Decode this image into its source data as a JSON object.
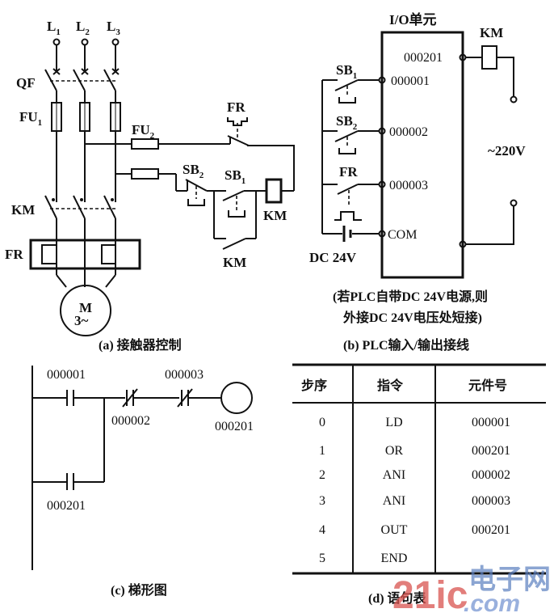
{
  "panel_a": {
    "phases": [
      "L",
      "L",
      "L"
    ],
    "phase_subs": [
      "1",
      "2",
      "3"
    ],
    "breaker": "QF",
    "fuse_main": "FU",
    "fuse_main_sub": "1",
    "fuse_ctrl": "FU",
    "fuse_ctrl_sub": "2",
    "contactor": "KM",
    "overload": "FR",
    "motor_top": "M",
    "motor_bottom": "3~",
    "ctrl_fr": "FR",
    "ctrl_sb2": "SB",
    "ctrl_sb2_sub": "2",
    "ctrl_sb1": "SB",
    "ctrl_sb1_sub": "1",
    "ctrl_coil": "KM",
    "ctrl_aux": "KM",
    "caption": "(a) 接触器控制"
  },
  "panel_b": {
    "unit_title": "I/O单元",
    "output_terminal": "000201",
    "coil_label": "KM",
    "inputs": [
      {
        "switch": "SB",
        "sub": "1",
        "terminal": "000001"
      },
      {
        "switch": "SB",
        "sub": "2",
        "terminal": "000002"
      },
      {
        "switch": "FR",
        "sub": "",
        "terminal": "000003"
      }
    ],
    "com": "COM",
    "dc_label": "DC 24V",
    "ac_label": "~220V",
    "note_line1": "(若PLC自带DC 24V电源,则",
    "note_line2": "外接DC 24V电压处短接)",
    "caption": "(b) PLC输入/输出接线"
  },
  "panel_c": {
    "contact_no1": "000001",
    "contact_nc2": "000002",
    "contact_nc3": "000003",
    "coil": "000201",
    "contact_parallel": "000201",
    "caption": "(c) 梯形图"
  },
  "panel_d": {
    "headers": [
      "步序",
      "指令",
      "元件号"
    ],
    "rows": [
      {
        "step": "0",
        "instr": "LD",
        "elem": "000001"
      },
      {
        "step": "1",
        "instr": "OR",
        "elem": "000201"
      },
      {
        "step": "2",
        "instr": "ANI",
        "elem": "000002"
      },
      {
        "step": "3",
        "instr": "ANI",
        "elem": "000003"
      },
      {
        "step": "4",
        "instr": "OUT",
        "elem": "000201"
      },
      {
        "step": "5",
        "instr": "END",
        "elem": ""
      }
    ],
    "caption": "(d) 语句表"
  },
  "watermark": {
    "brand": "21ic",
    "cn": "电子网",
    "domain": ".com"
  }
}
